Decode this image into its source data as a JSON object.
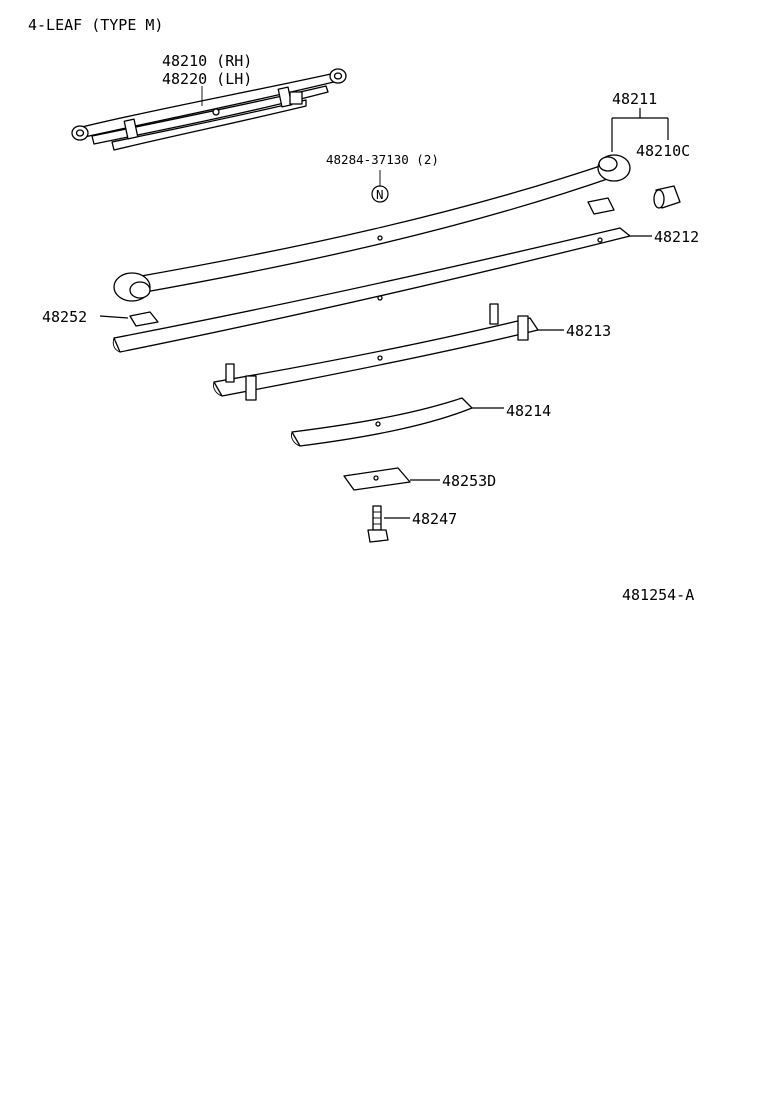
{
  "title": "4-LEAF (TYPE  M)",
  "labels": {
    "assy_rh": "48210 (RH)",
    "assy_lh": "48220 (LH)",
    "leaf_1": "48211",
    "bushing": "48210C",
    "clip_rivet": "48284-37130 (2)",
    "clip_symbol": "N",
    "leaf_2": "48212",
    "insert_pad": "48252",
    "leaf_3": "48213",
    "leaf_4": "48214",
    "spacer_plate": "48253D",
    "center_bolt": "48247",
    "diagram_code": "481254-A"
  },
  "colors": {
    "stroke": "#000000",
    "background": "#ffffff"
  }
}
